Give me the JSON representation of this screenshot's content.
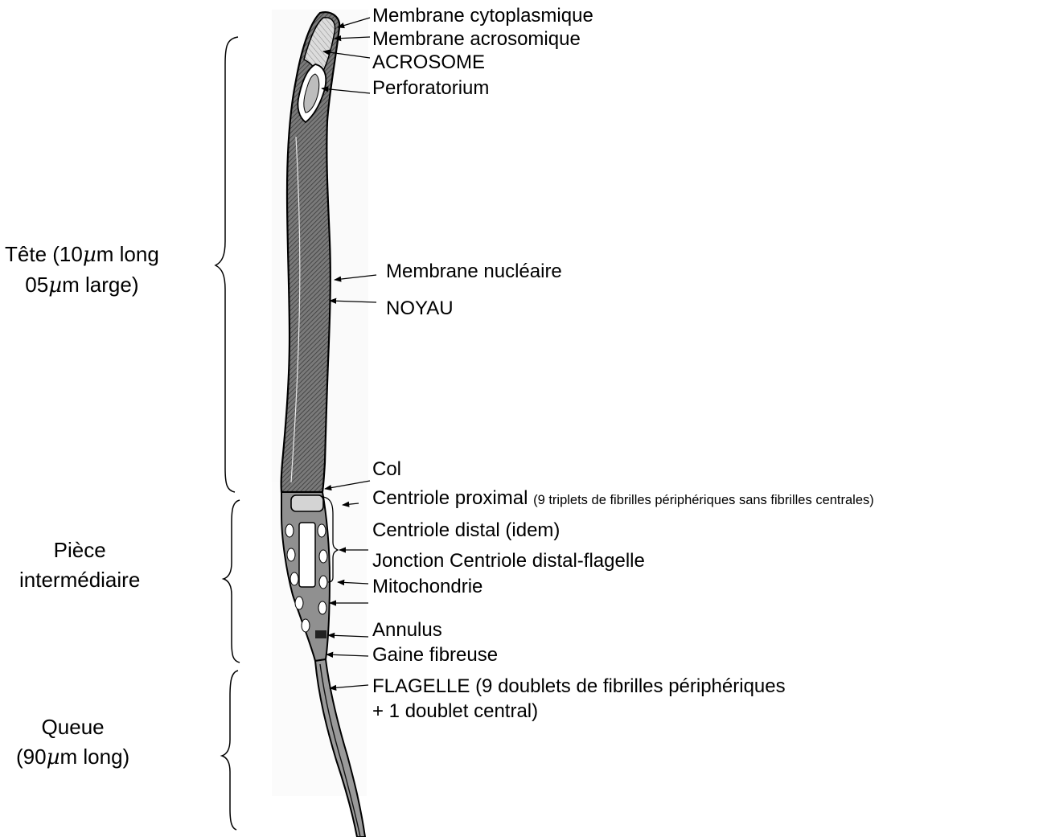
{
  "sections": {
    "tete": {
      "line1_pre": "Tête (10",
      "mu1": "µ",
      "line1_post": "m long",
      "line2_pre": "05",
      "mu2": "µ",
      "line2_post": "m large)"
    },
    "piece": {
      "line1": "Pièce",
      "line2": "intermédiaire"
    },
    "queue": {
      "line1": "Queue",
      "line2_pre": "(90",
      "mu": "µ",
      "line2_post": "m long)"
    }
  },
  "labels": {
    "membrane_cytoplasmique": "Membrane cytoplasmique",
    "membrane_acrosomique": "Membrane acrosomique",
    "acrosome": "ACROSOME",
    "perforatorium": "Perforatorium",
    "membrane_nucleaire": "Membrane nucléaire",
    "noyau": "NOYAU",
    "col": "Col",
    "centriole_proximal": "Centriole proximal",
    "centriole_proximal_note": "(9 triplets de fibrilles périphériques sans fibrilles centrales)",
    "centriole_distal": "Centriole distal (idem)",
    "jonction": "Jonction Centriole distal-flagelle",
    "mitochondrie": "Mitochondrie",
    "annulus": "Annulus",
    "gaine_fibreuse": "Gaine fibreuse",
    "flagelle_line1": "FLAGELLE (9 doublets de fibrilles périphériques",
    "flagelle_line2": "+ 1 doublet central)"
  },
  "colors": {
    "ink": "#000000",
    "head_fill": "#6e6e6e",
    "midpiece_fill": "#8a8a8a",
    "paper_tint": "#ebebeb"
  }
}
